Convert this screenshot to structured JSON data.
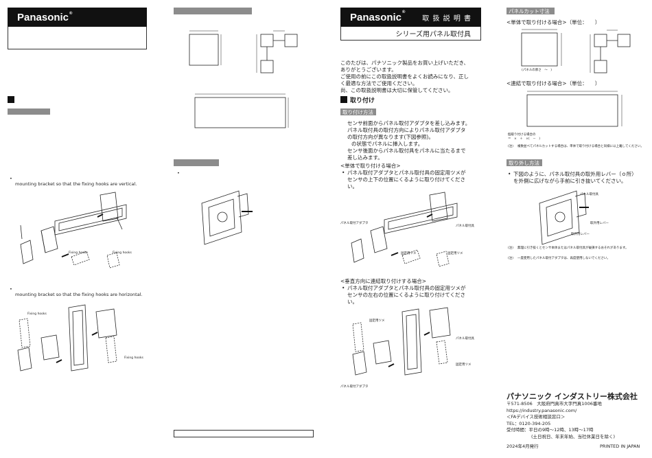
{
  "brand": "Panasonic",
  "brand_mark": "®",
  "col1": {
    "bullet": "•",
    "single_text": "mounting bracket so that the fixing hooks are vertical.",
    "multi_text": "mounting bracket so that the fixing hooks are horizontal.",
    "fig1_fixing_left": "Fixing hooks",
    "fig1_fixing_right": "Fixing hooks",
    "fig2_fixing_top": "Fixing hooks",
    "fig2_fixing_right": "Fixing hooks"
  },
  "col2": {
    "bullet": "•"
  },
  "col3": {
    "manual_title": "取 扱 説 明 書",
    "subtitle": "シリーズ用パネル取付具",
    "intro": [
      "このたびは、パナソニック製品をお買い上げいただき、",
      "ありがとうございます。",
      "ご使用の前にこの取扱説明書をよくお読みになり、正し",
      "く最適な方法でご使用ください。",
      "尚、この取扱説明書は大切に保管してください。"
    ],
    "section_title": "取り付け",
    "method_bar": "取り付け方法",
    "method_lines": [
      "センサ前面からパネル取付アダプタを差し込みます。",
      "パネル取付具の取付方向によりパネル取付アダプタ",
      "の取付方向が異なります(下図参照)。",
      "の状態でパネルに挿入します。",
      "センサ後面からパネル取付具をパネルに当たるまで",
      "差し込みます。"
    ],
    "single_heading": "<単体で取り付ける場合>",
    "single_bullet": "•",
    "single_desc": [
      "パネル取付アダプタとパネル取付具の固定用ツメが",
      "センサの上下の位置にくるように取り付けてくださ",
      "い。"
    ],
    "fig1_adapter": "パネル取付アダプタ",
    "fig1_bracket": "パネル取付具",
    "fig1_tab_left": "固定用ツメ",
    "fig1_tab_right": "固定用ツメ",
    "multi_heading": "<垂直方向に連結取り付けする場合>",
    "multi_bullet": "•",
    "multi_desc": [
      "パネル取付アダプタとパネル取付具の固定用ツメが",
      "センサの左右の位置にくるように取り付けてくださ",
      "い。"
    ],
    "fig2_tab_top": "固定用ツメ",
    "fig2_bracket": "パネル取付具",
    "fig2_tab_right": "固定用ツメ",
    "fig2_adapter": "パネル取付アダプタ"
  },
  "col4": {
    "cut_bar": "パネルカット寸法",
    "single_cut": "<単体で取り付ける場合>（単位：　　）",
    "panel_thickness": "(パネルの厚さ　～　)",
    "multi_cut": "<連結で取り付ける場合>（単位：　　）",
    "formula_label": "個取り付ける場合の",
    "formula": "＝　×　＋　×(　－　)",
    "note1_mark": "(注)",
    "note1": "複数並べてパネルカットする場合は、単体で取り付ける場合と同様に以上離してください。",
    "remove_bar": "取り外し方法",
    "remove_bullet": "•",
    "remove_desc": [
      "下図のように、パネル取付具の取外用レバー（ｏ所）",
      "を外側に広げながら手前に引き抜いてください。"
    ],
    "rm_bracket": "パネル取付具",
    "rm_lever1": "取外用レバー",
    "rm_lever2": "取外用レバー",
    "note2_mark": "(注)",
    "note2": "無理に引き抜くとセンサ本体またはパネル取付具が破損するおそれがあります。",
    "note3_mark": "(注)",
    "note3": "一度使用したパネル取付アダプタは、再度使用しないでください。",
    "company": "パナソニック インダストリー株式会社",
    "address": "〒571-8506　大阪府門真市大字門真1006番地",
    "url": "https://industry.panasonic.com/",
    "support": "＜FAデバイス技術相談窓口＞",
    "tel": "TEL：0120-394-205",
    "hours": "受付時間：平日の9時～12時、13時～17時",
    "hours2": "(土日祝日、年末年始、当社休業日を除く)",
    "issued": "2024年4月発行",
    "printed": "PRINTED IN JAPAN"
  },
  "colors": {
    "black": "#111111",
    "gray_bar": "#8c8c8c"
  }
}
